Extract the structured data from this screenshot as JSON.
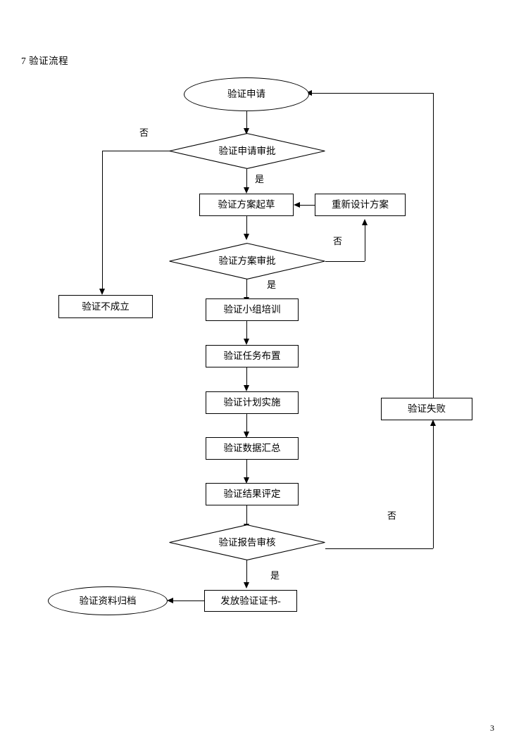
{
  "document": {
    "heading": "7  验证流程",
    "page_number": "3"
  },
  "flowchart": {
    "title": "验证流程",
    "nodes": [
      {
        "id": "start",
        "type": "terminator",
        "label": "验证申请"
      },
      {
        "id": "apply_review",
        "type": "decision",
        "label": "验证申请审批"
      },
      {
        "id": "not_valid",
        "type": "process",
        "label": "验证不成立"
      },
      {
        "id": "draft_plan",
        "type": "process",
        "label": "验证方案起草"
      },
      {
        "id": "redesign",
        "type": "process",
        "label": "重新设计方案"
      },
      {
        "id": "plan_review",
        "type": "decision",
        "label": "验证方案审批"
      },
      {
        "id": "team_train",
        "type": "process",
        "label": "验证小组培训"
      },
      {
        "id": "task_assign",
        "type": "process",
        "label": "验证任务布置"
      },
      {
        "id": "plan_exec",
        "type": "process",
        "label": "验证计划实施"
      },
      {
        "id": "data_collect",
        "type": "process",
        "label": "验证数据汇总"
      },
      {
        "id": "result_eval",
        "type": "process",
        "label": "验证结果评定"
      },
      {
        "id": "report_audit",
        "type": "decision",
        "label": "验证报告审核"
      },
      {
        "id": "failed",
        "type": "process",
        "label": "验证失败"
      },
      {
        "id": "issue_cert",
        "type": "process",
        "label": "发放验证证书-"
      },
      {
        "id": "archive",
        "type": "terminator",
        "label": "验证资料归档"
      }
    ],
    "edge_labels": {
      "apply_no": "否",
      "apply_yes": "是",
      "plan_no": "否",
      "plan_yes": "是",
      "report_no": "否",
      "report_yes": "是"
    }
  }
}
